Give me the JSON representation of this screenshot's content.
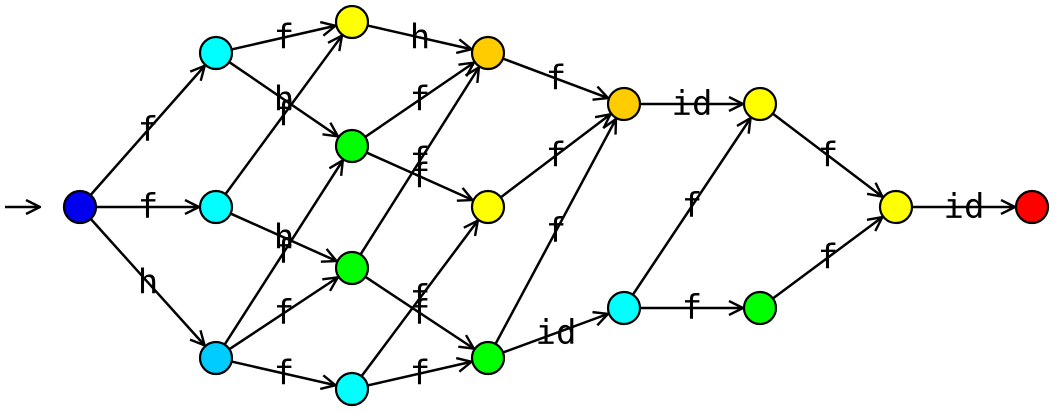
{
  "colors": {
    "blue": "#0000ee",
    "cyan": "#00ffff",
    "lightblue": "#00ccff",
    "yellow": "#ffff00",
    "orange": "#ffcc00",
    "green": "#00ff00",
    "red": "#ff0000"
  },
  "nodes": [
    {
      "id": "s",
      "color": "blue"
    },
    {
      "id": "a1",
      "color": "cyan"
    },
    {
      "id": "a2",
      "color": "cyan"
    },
    {
      "id": "a3",
      "color": "lightblue"
    },
    {
      "id": "b1",
      "color": "yellow"
    },
    {
      "id": "b2",
      "color": "green"
    },
    {
      "id": "b3",
      "color": "green"
    },
    {
      "id": "b4",
      "color": "cyan"
    },
    {
      "id": "c1",
      "color": "orange"
    },
    {
      "id": "c2",
      "color": "yellow"
    },
    {
      "id": "c3",
      "color": "green"
    },
    {
      "id": "d1",
      "color": "orange"
    },
    {
      "id": "d2",
      "color": "cyan"
    },
    {
      "id": "e1",
      "color": "yellow"
    },
    {
      "id": "e2",
      "color": "green"
    },
    {
      "id": "f1",
      "color": "yellow"
    },
    {
      "id": "g1",
      "color": "red"
    }
  ],
  "edges": [
    {
      "from": "s",
      "to": "a1",
      "label": "f"
    },
    {
      "from": "s",
      "to": "a2",
      "label": "f"
    },
    {
      "from": "s",
      "to": "a3",
      "label": "h"
    },
    {
      "from": "a1",
      "to": "b1",
      "label": "f"
    },
    {
      "from": "a1",
      "to": "b2",
      "label": "h"
    },
    {
      "from": "a2",
      "to": "b1",
      "label": "f"
    },
    {
      "from": "a2",
      "to": "b3",
      "label": "h"
    },
    {
      "from": "a3",
      "to": "b2",
      "label": "f"
    },
    {
      "from": "a3",
      "to": "b3",
      "label": "f"
    },
    {
      "from": "a3",
      "to": "b4",
      "label": "f"
    },
    {
      "from": "b1",
      "to": "c1",
      "label": "h"
    },
    {
      "from": "b2",
      "to": "c1",
      "label": "f"
    },
    {
      "from": "b2",
      "to": "c2",
      "label": "f"
    },
    {
      "from": "b3",
      "to": "c1",
      "label": "f"
    },
    {
      "from": "b3",
      "to": "c3",
      "label": "f"
    },
    {
      "from": "b4",
      "to": "c2",
      "label": "f"
    },
    {
      "from": "b4",
      "to": "c3",
      "label": "f"
    },
    {
      "from": "c1",
      "to": "d1",
      "label": "f"
    },
    {
      "from": "c2",
      "to": "d1",
      "label": "f"
    },
    {
      "from": "c3",
      "to": "d1",
      "label": "f"
    },
    {
      "from": "c3",
      "to": "d2",
      "label": "id"
    },
    {
      "from": "d1",
      "to": "e1",
      "label": "id"
    },
    {
      "from": "d2",
      "to": "e1",
      "label": "f"
    },
    {
      "from": "d2",
      "to": "e2",
      "label": "f"
    },
    {
      "from": "e1",
      "to": "f1",
      "label": "f"
    },
    {
      "from": "e2",
      "to": "f1",
      "label": "f"
    },
    {
      "from": "f1",
      "to": "g1",
      "label": "id"
    }
  ],
  "start_arrow": {
    "to": "s"
  }
}
